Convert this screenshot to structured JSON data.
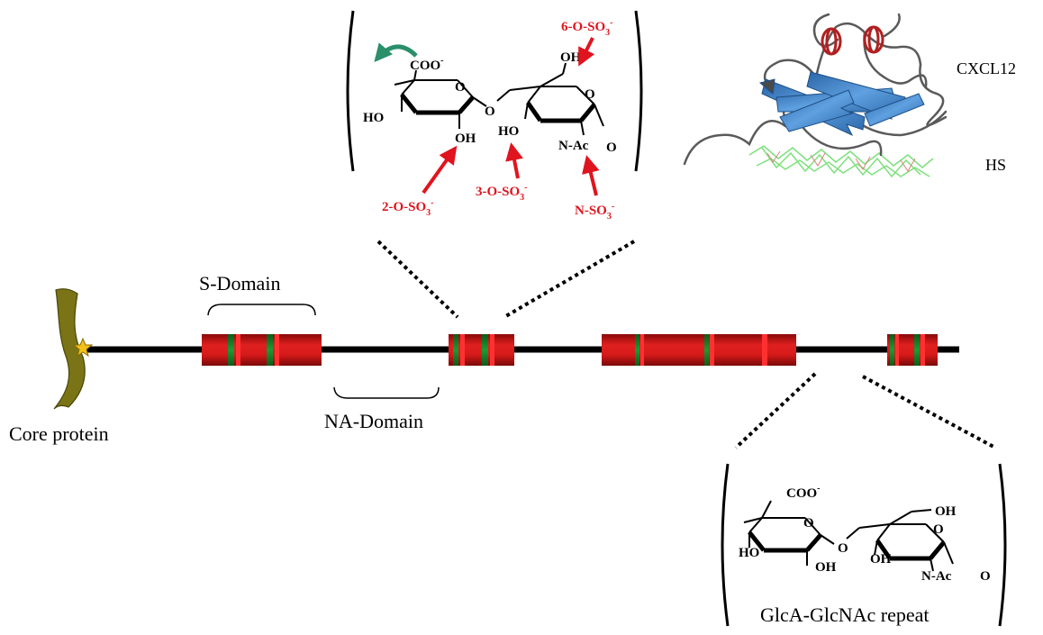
{
  "labels": {
    "s_domain": "S-Domain",
    "na_domain": "NA-Domain",
    "core_protein": "Core protein",
    "cxcl12": "CXCL12",
    "hs": "HS",
    "repeat": "GlcA-GlcNAc repeat"
  },
  "sulfation_sites": {
    "six_o": "6-O-SO",
    "two_o": "2-O-SO",
    "three_o": "3-O-SO",
    "n": "N-SO",
    "subscript": "3",
    "superscript": "-"
  },
  "chemistry": {
    "coo": "COO",
    "coo_charge": "-",
    "ho": "HO",
    "oh": "OH",
    "o": "O",
    "nac": "N-Ac"
  },
  "colors": {
    "domain_red": "#d01818",
    "green_band": "#1a8a2a",
    "sulfation_red": "#e0141e",
    "epimerase_arrow": "#2a8f6a",
    "core_protein": "#7a7416",
    "protein_blue": "#3b7fc4"
  }
}
